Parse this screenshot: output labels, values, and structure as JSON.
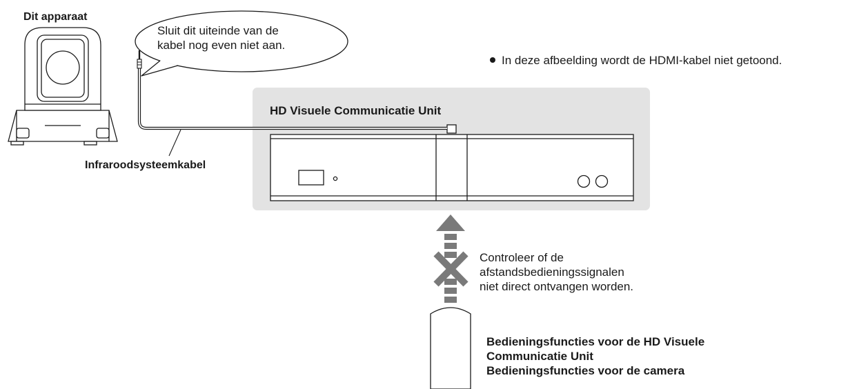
{
  "camera": {
    "label": "Dit apparaat"
  },
  "speech_bubble": {
    "text": "Sluit dit uiteinde van de\nkabel nog even niet aan."
  },
  "note": {
    "text": "In deze afbeelding wordt de HDMI-kabel niet getoond."
  },
  "unit": {
    "label": "HD Visuele Communicatie Unit"
  },
  "cable": {
    "label": "Infraroodsysteemkabel"
  },
  "signal_note": {
    "text": "Controleer of de\nafstandsbedieningssignalen\nniet direct ontvangen worden."
  },
  "remote": {
    "functions": "Bedieningsfuncties voor de HD Visuele\nCommunicatie Unit\nBedieningsfuncties voor de camera"
  },
  "colors": {
    "panel": "#e3e3e3",
    "stroke": "#1a1a1a",
    "arrow": "#7a7a7a"
  },
  "icons": {
    "blocked_signal": "x-icon",
    "signal_direction": "arrow-up-icon"
  }
}
